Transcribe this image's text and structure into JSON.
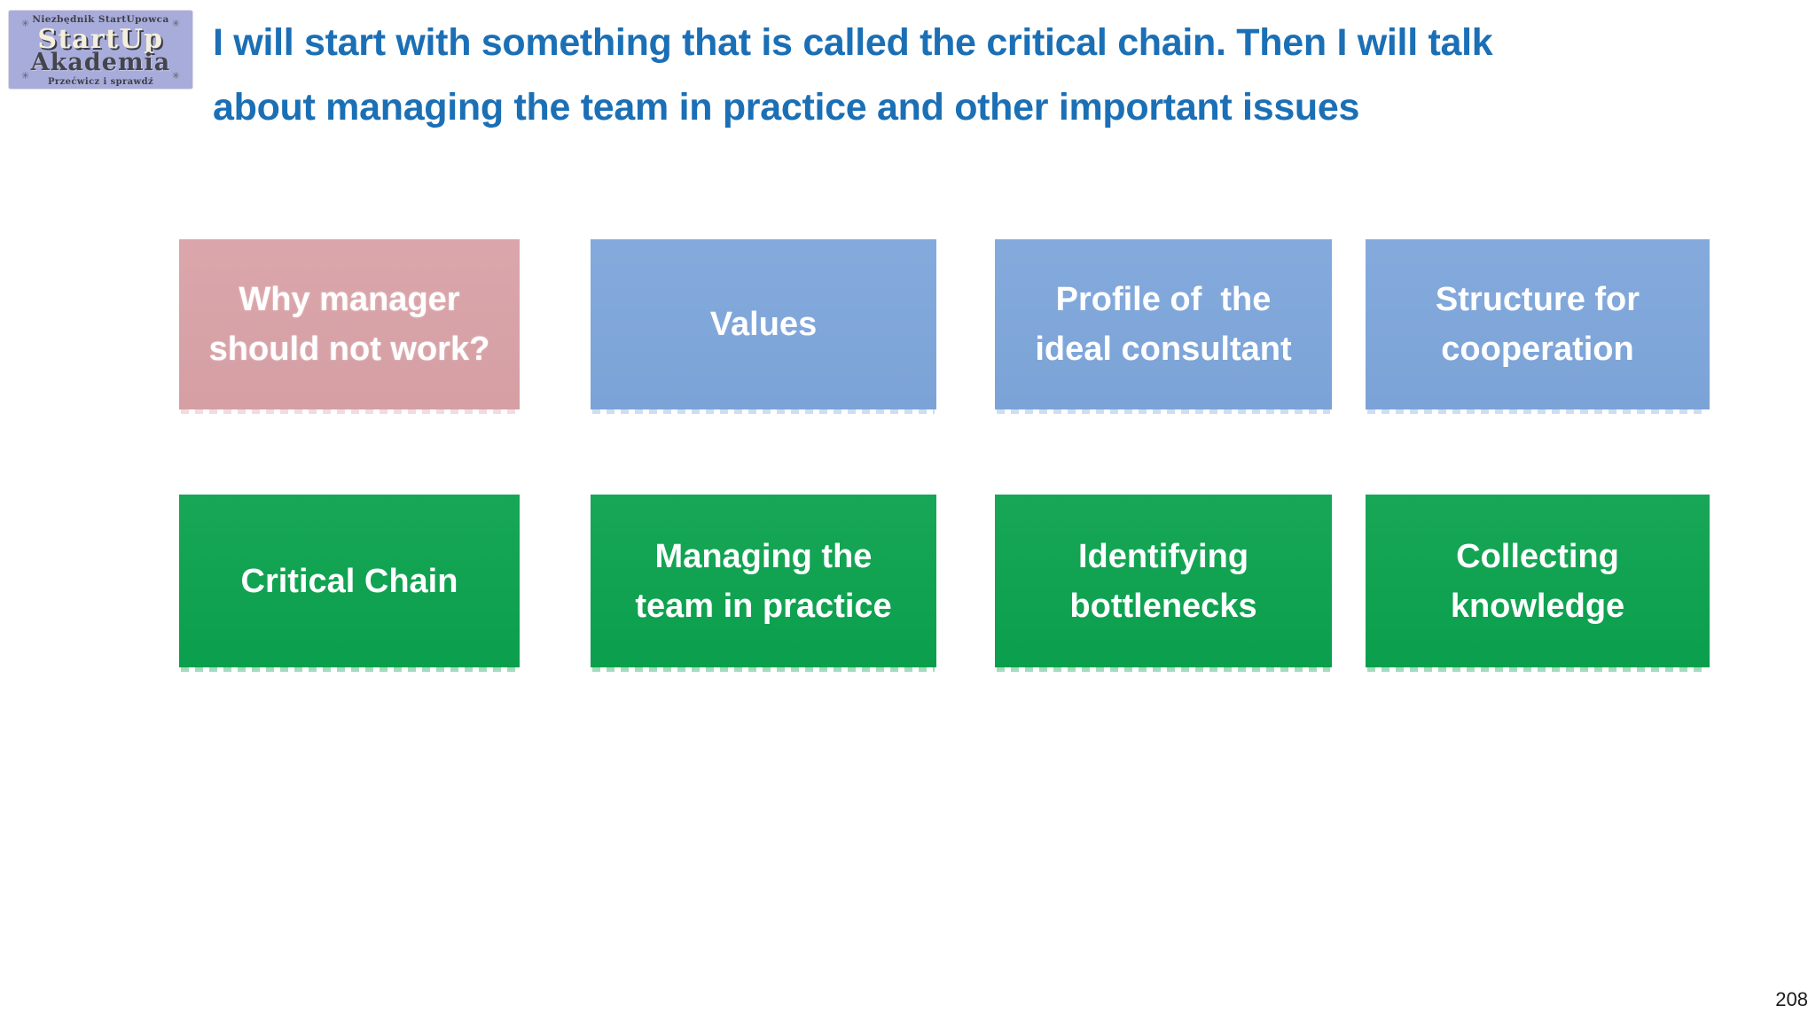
{
  "logo": {
    "top_text": "Niezbędnik StartUpowca",
    "wordmark_line1": "StartUp",
    "wordmark_line2": "Akademia",
    "bottom_text": "Przećwicz i sprawdź",
    "bg_color": "#A8ACDB",
    "screw_icon": "✳"
  },
  "header": {
    "line1": "I will start with something that is called the critical chain. Then I will talk",
    "line2": "about managing the team in practice and other important issues",
    "color": "#1B6FB5"
  },
  "agenda": {
    "row_top": [
      {
        "line1": "Why manager",
        "line2": "should not work?",
        "color": "#D9A2A7"
      },
      {
        "line1": "Values",
        "line2": "",
        "color": "#7EA6DB"
      },
      {
        "line1": "Profile of  the",
        "line2": "ideal consultant",
        "color": "#7EA6DB"
      },
      {
        "line1": "Structure for",
        "line2": "cooperation",
        "color": "#7EA6DB"
      }
    ],
    "row_bottom": [
      {
        "line1": "Critical Chain",
        "line2": "",
        "color": "#0BA24E"
      },
      {
        "line1": "Managing the",
        "line2": "team in practice",
        "color": "#0BA24E"
      },
      {
        "line1": "Identifying",
        "line2": "bottlenecks",
        "color": "#0BA24E"
      },
      {
        "line1": "Collecting",
        "line2": "knowledge",
        "color": "#0BA24E"
      }
    ]
  },
  "footer": {
    "page_number": "208"
  }
}
